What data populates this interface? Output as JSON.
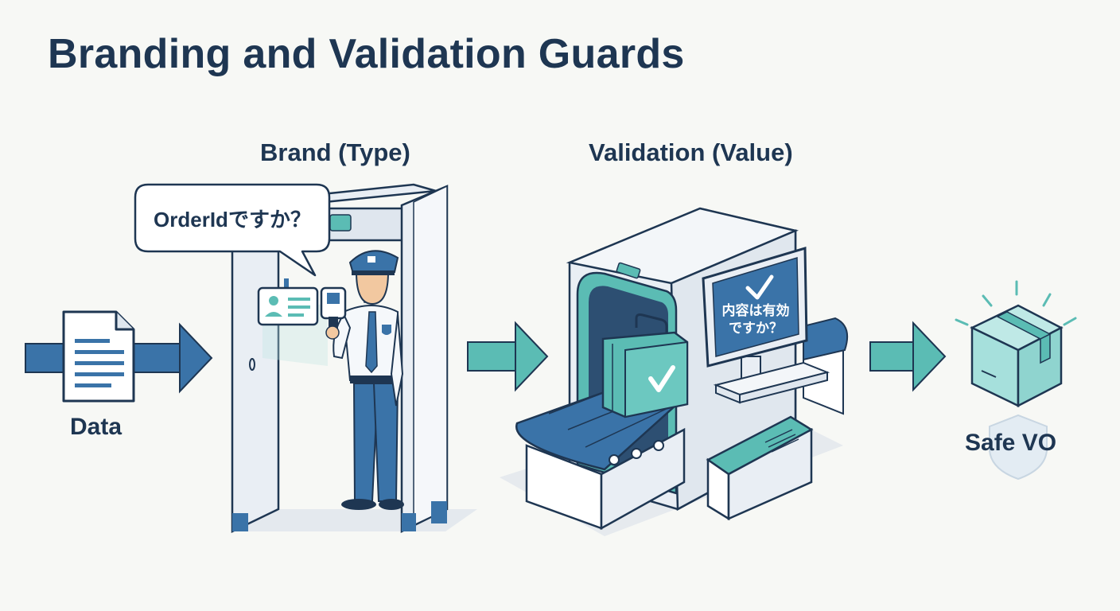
{
  "title": "Branding and Validation Guards",
  "stages": {
    "brand": {
      "label": "Brand (Type)",
      "bubble": "OrderIdですか？"
    },
    "validation": {
      "label": "Validation (Value)",
      "screen_line1": "内容は有効",
      "screen_line2": "ですか？"
    }
  },
  "items": {
    "input": "Data",
    "output": "Safe VO"
  },
  "colors": {
    "navy": "#1e3652",
    "blue": "#3a73a8",
    "teal": "#5bbcb4",
    "light": "#e9eef4"
  },
  "icons": [
    "document-icon",
    "id-badge-icon",
    "scanner-icon",
    "guard-icon",
    "checkmark-icon",
    "suitcase-icon",
    "package-box-icon",
    "shield-icon"
  ]
}
